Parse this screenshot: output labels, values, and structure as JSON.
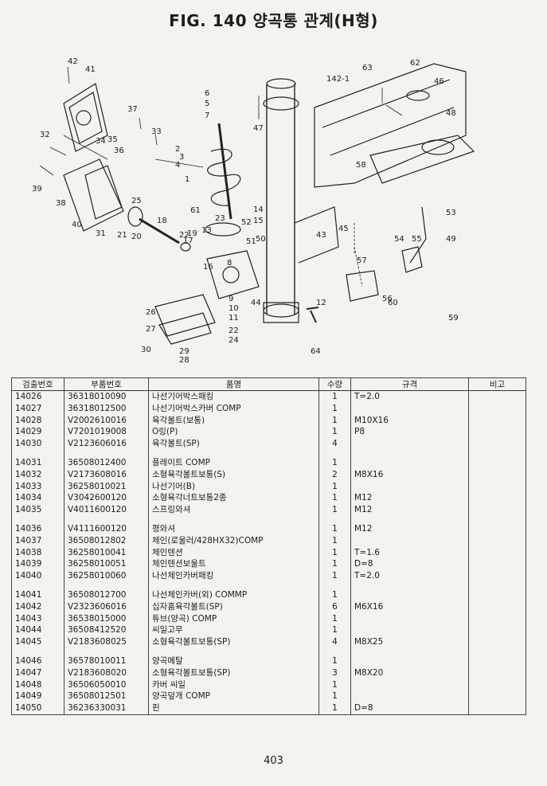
{
  "title": "FIG. 140 양곡통 관계(H형)",
  "callouts": [
    "42",
    "41",
    "37",
    "33",
    "34",
    "35",
    "36",
    "32",
    "39",
    "38",
    "40",
    "31",
    "21",
    "25",
    "20",
    "18",
    "22",
    "19",
    "17",
    "16",
    "8",
    "9",
    "10",
    "11",
    "22",
    "24",
    "26",
    "27",
    "30",
    "29",
    "28",
    "6",
    "5",
    "7",
    "47",
    "1",
    "3",
    "4",
    "2",
    "61",
    "23",
    "13",
    "14",
    "15",
    "52",
    "51",
    "50",
    "12",
    "64",
    "44",
    "43",
    "45",
    "142-1",
    "63",
    "62",
    "46",
    "48",
    "58",
    "53",
    "54",
    "55",
    "49",
    "57",
    "56",
    "60",
    "59"
  ],
  "table": {
    "headers": [
      "검출번호",
      "부품번호",
      "품명",
      "수량",
      "규격",
      "비고"
    ],
    "groups": [
      [
        {
          "no": "14026",
          "part": "36318010090",
          "name": "나선기어박스패킹",
          "qty": "1",
          "spec": "T=2.0"
        },
        {
          "no": "14027",
          "part": "36318012500",
          "name": "나선기어박스카버 COMP",
          "qty": "1",
          "spec": ""
        },
        {
          "no": "14028",
          "part": "V2002610016",
          "name": "육각볼트(보통)",
          "qty": "1",
          "spec": "M10X16"
        },
        {
          "no": "14029",
          "part": "V7201019008",
          "name": "O링(P)",
          "qty": "1",
          "spec": "P8"
        },
        {
          "no": "14030",
          "part": "V2123606016",
          "name": "육각볼트(SP)",
          "qty": "4",
          "spec": ""
        }
      ],
      [
        {
          "no": "14031",
          "part": "36508012400",
          "name": "플레이트 COMP",
          "qty": "1",
          "spec": ""
        },
        {
          "no": "14032",
          "part": "V2173608016",
          "name": "소형육각볼트보통(S)",
          "qty": "2",
          "spec": "M8X16"
        },
        {
          "no": "14033",
          "part": "36258010021",
          "name": "나선기어(B)",
          "qty": "1",
          "spec": ""
        },
        {
          "no": "14034",
          "part": "V3042600120",
          "name": "소형육각너트보통2종",
          "qty": "1",
          "spec": "M12"
        },
        {
          "no": "14035",
          "part": "V4011600120",
          "name": "스프링와셔",
          "qty": "1",
          "spec": "M12"
        }
      ],
      [
        {
          "no": "14036",
          "part": "V4111600120",
          "name": "평와셔",
          "qty": "1",
          "spec": "M12"
        },
        {
          "no": "14037",
          "part": "36508012802",
          "name": "체인(로울러/428HX32)COMP",
          "qty": "1",
          "spec": ""
        },
        {
          "no": "14038",
          "part": "36258010041",
          "name": "체인텐션",
          "qty": "1",
          "spec": "T=1.6"
        },
        {
          "no": "14039",
          "part": "36258010051",
          "name": "체인텐션보울트",
          "qty": "1",
          "spec": "D=8"
        },
        {
          "no": "14040",
          "part": "36258010060",
          "name": "나선체인카버패킹",
          "qty": "1",
          "spec": "T=2.0"
        }
      ],
      [
        {
          "no": "14041",
          "part": "36508012700",
          "name": "나선체인카버(외) COMMP",
          "qty": "1",
          "spec": ""
        },
        {
          "no": "14042",
          "part": "V2323606016",
          "name": "십자홈육각볼트(SP)",
          "qty": "6",
          "spec": "M6X16"
        },
        {
          "no": "14043",
          "part": "36538015000",
          "name": "튜브(양곡) COMP",
          "qty": "1",
          "spec": ""
        },
        {
          "no": "14044",
          "part": "36508412520",
          "name": "씨일고무",
          "qty": "1",
          "spec": ""
        },
        {
          "no": "14045",
          "part": "V2183608025",
          "name": "소형육각볼트보통(SP)",
          "qty": "4",
          "spec": "M8X25"
        }
      ],
      [
        {
          "no": "14046",
          "part": "36578010011",
          "name": "양곡메탈",
          "qty": "1",
          "spec": ""
        },
        {
          "no": "14047",
          "part": "V2183608020",
          "name": "소형육각볼트보통(SP)",
          "qty": "3",
          "spec": "M8X20"
        },
        {
          "no": "14048",
          "part": "36506050010",
          "name": "카버 씨일",
          "qty": "1",
          "spec": ""
        },
        {
          "no": "14049",
          "part": "36508012501",
          "name": "양곡덮개 COMP",
          "qty": "1",
          "spec": ""
        },
        {
          "no": "14050",
          "part": "36236330031",
          "name": "핀",
          "qty": "1",
          "spec": "D=8"
        }
      ]
    ]
  },
  "page_number": "403"
}
